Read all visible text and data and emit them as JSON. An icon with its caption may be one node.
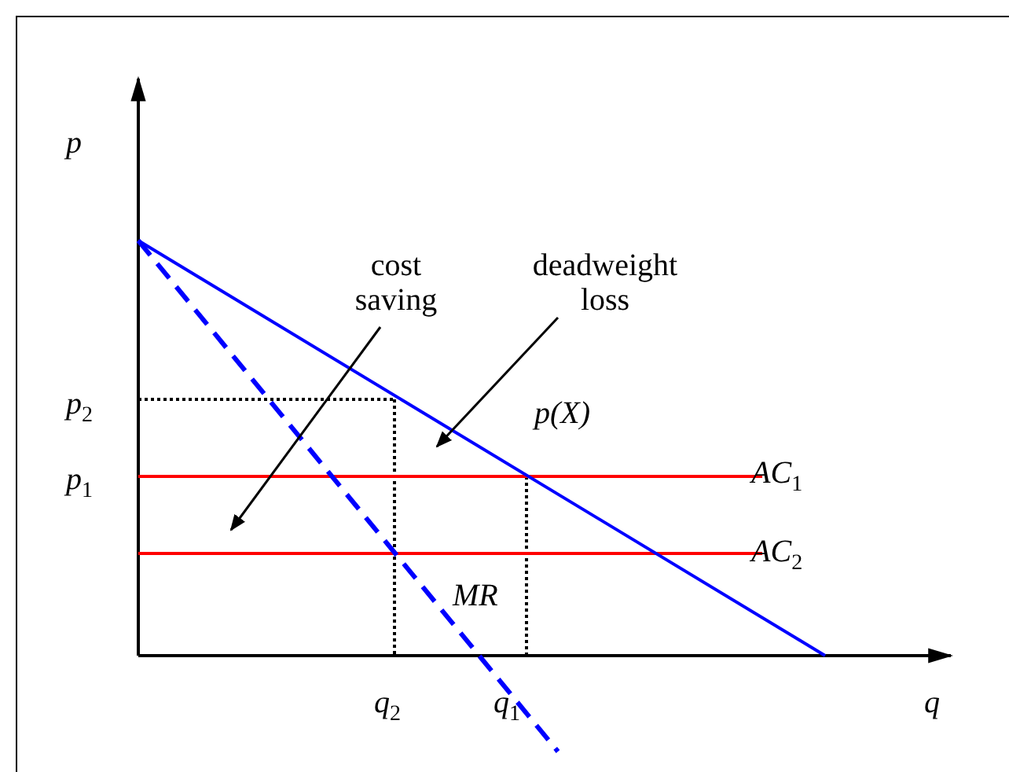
{
  "diagram": {
    "nodes": [
      {
        "text": [
          "cost saving"
        ]
      },
      {
        "text": [
          "deadweight loss"
        ]
      }
    ],
    "edges": [
      {
        "from": 0,
        "to": null,
        "arrow": "to"
      },
      {
        "from": 1,
        "to": null,
        "arrow": "to"
      }
    ],
    "labels": [
      "p",
      "p$_{2}$",
      "p$_{1}$",
      "p(X)",
      "AC$_{1}$",
      "AC$_{2}$",
      "MR",
      "q$_{2}$",
      "q$_{1}$",
      "q"
    ]
  }
}
